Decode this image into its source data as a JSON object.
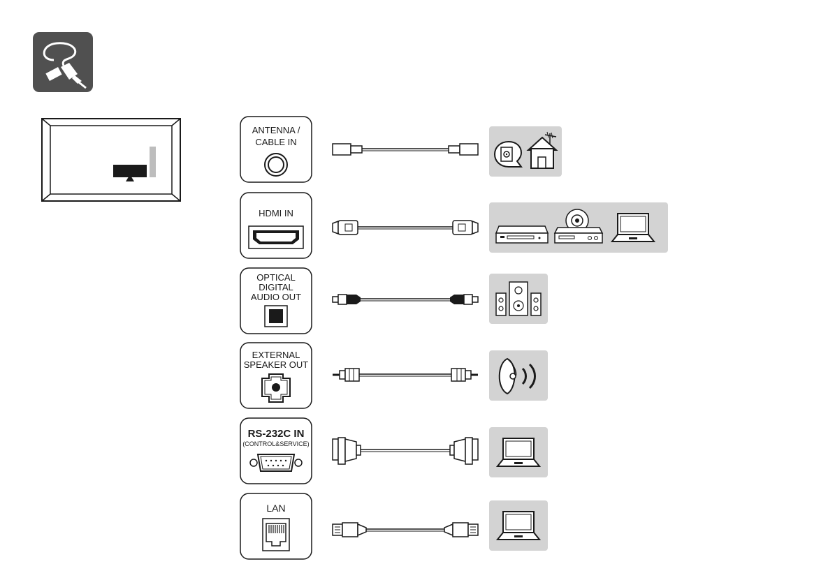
{
  "colors": {
    "panel_fill": "#d3d3d3",
    "icon_fill": "#505050",
    "port_fill": "#ffffff",
    "stroke": "#1a1a1a"
  },
  "header": {
    "icon": "cable-plug-icon"
  },
  "tv_diagram": {
    "icon": "tv-rear-terminal-icon"
  },
  "ports": [
    {
      "label_lines": [
        "ANTENNA /",
        "CABLE IN"
      ],
      "port_icon": "coaxial-port-icon",
      "cable": "coaxial-cable-icon",
      "devices": [
        "wall-outlet-icon",
        "house-antenna-icon"
      ]
    },
    {
      "label_lines": [
        "HDMI IN"
      ],
      "port_icon": "hdmi-port-icon",
      "cable": "hdmi-cable-icon",
      "devices": [
        "set-top-box-icon",
        "dvd-player-icon",
        "laptop-icon"
      ]
    },
    {
      "label_lines": [
        "OPTICAL",
        "DIGITAL",
        "AUDIO OUT"
      ],
      "port_icon": "optical-port-icon",
      "cable": "optical-cable-icon",
      "devices": [
        "speaker-system-icon"
      ]
    },
    {
      "label_lines": [
        "EXTERNAL",
        "SPEAKER OUT"
      ],
      "port_icon": "audio-jack-port-icon",
      "cable": "audio-jack-cable-icon",
      "devices": [
        "speaker-sound-icon"
      ]
    },
    {
      "label_lines": [
        "RS-232C IN",
        "(CONTROL&SERVICE)"
      ],
      "port_icon": "rs232-port-icon",
      "cable": "rs232-cable-icon",
      "devices": [
        "laptop-icon"
      ]
    },
    {
      "label_lines": [
        "LAN"
      ],
      "port_icon": "lan-port-icon",
      "cable": "lan-cable-icon",
      "devices": [
        "laptop-icon"
      ]
    }
  ]
}
